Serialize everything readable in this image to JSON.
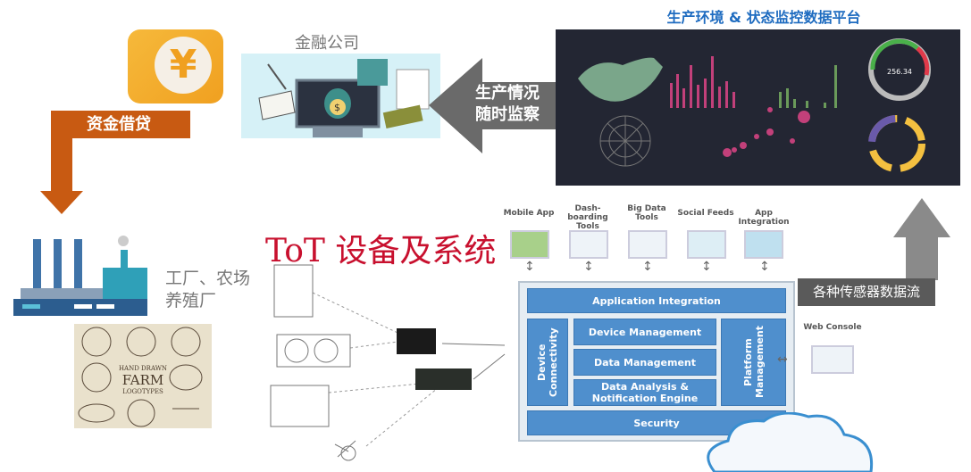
{
  "finance": {
    "label": "金融公司",
    "yen_symbol": "¥"
  },
  "loan": {
    "label": "资金借贷"
  },
  "monitor": {
    "line1": "生产情况",
    "line2": "随时监察"
  },
  "dashboard": {
    "title": "生产环境 & 状态监控数据平台",
    "gauge_value": "256.34"
  },
  "factory": {
    "line1": "工厂、农场",
    "line2": "养殖厂"
  },
  "farm_logos": {
    "center_line1": "HAND DRAWN",
    "center_line2": "FARM",
    "center_line3": "LOGOTYPES"
  },
  "tot": {
    "title": "ToT 设备及系统"
  },
  "platform": {
    "top_items": [
      {
        "label": "Mobile App"
      },
      {
        "label": "Dash-boarding Tools"
      },
      {
        "label": "Big Data Tools"
      },
      {
        "label": "Social Feeds"
      },
      {
        "label": "App Integration"
      }
    ],
    "app_integration": "Application Integration",
    "device_connectivity": "Device Connectivity",
    "device_management": "Device Management",
    "data_management": "Data Management",
    "data_analysis": "Data Analysis & Notification Engine",
    "platform_management": "Platform Management",
    "security": "Security",
    "web_console": "Web Console"
  },
  "sensor": {
    "label": "各种传感器数据流"
  },
  "colors": {
    "orange": "#c85a12",
    "blue": "#4f8fcd",
    "red": "#c8102e",
    "title_blue": "#1f6cc0",
    "dark": "#232633"
  }
}
